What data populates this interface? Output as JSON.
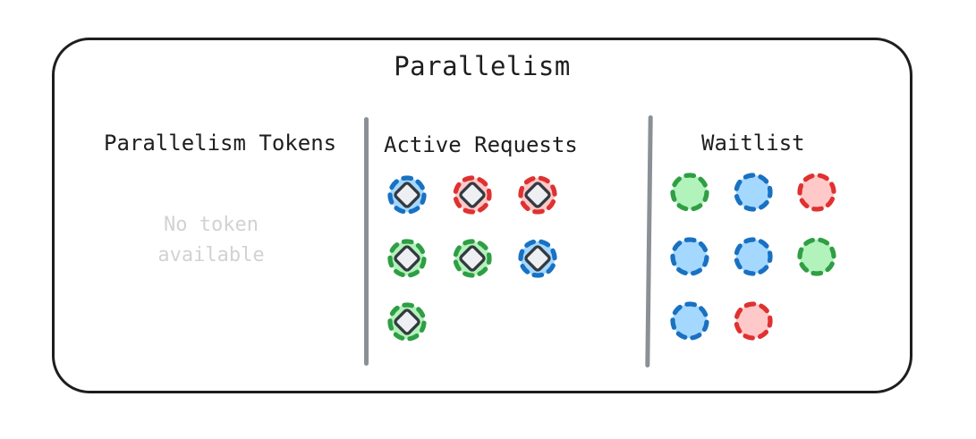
{
  "title": "Parallelism",
  "sections": {
    "parallelism_tokens": {
      "title": "Parallelism Tokens",
      "empty_state": "No token\navailable"
    },
    "active_requests": {
      "title": "Active Requests",
      "token_rows": [
        [
          "blue",
          "red",
          "red"
        ],
        [
          "green",
          "green",
          "blue"
        ],
        [
          "green"
        ]
      ]
    },
    "waitlist": {
      "title": "Waitlist",
      "token_rows": [
        [
          "green",
          "blue",
          "red"
        ],
        [
          "blue",
          "blue",
          "green"
        ],
        [
          "blue",
          "red"
        ]
      ]
    }
  },
  "colors": {
    "blue": {
      "stroke": "#1971c2",
      "fill": "#a5d8ff"
    },
    "red": {
      "stroke": "#e03131",
      "fill": "#ffc9c9"
    },
    "green": {
      "stroke": "#2f9e44",
      "fill": "#b2f2bb"
    },
    "diamond": {
      "stroke": "#343a40",
      "fill": "#edeff2"
    },
    "frame_border": "#1e1e1e",
    "divider": "#8a9095",
    "text": "#1e1e1e",
    "muted_text": "#d2d2d2"
  }
}
